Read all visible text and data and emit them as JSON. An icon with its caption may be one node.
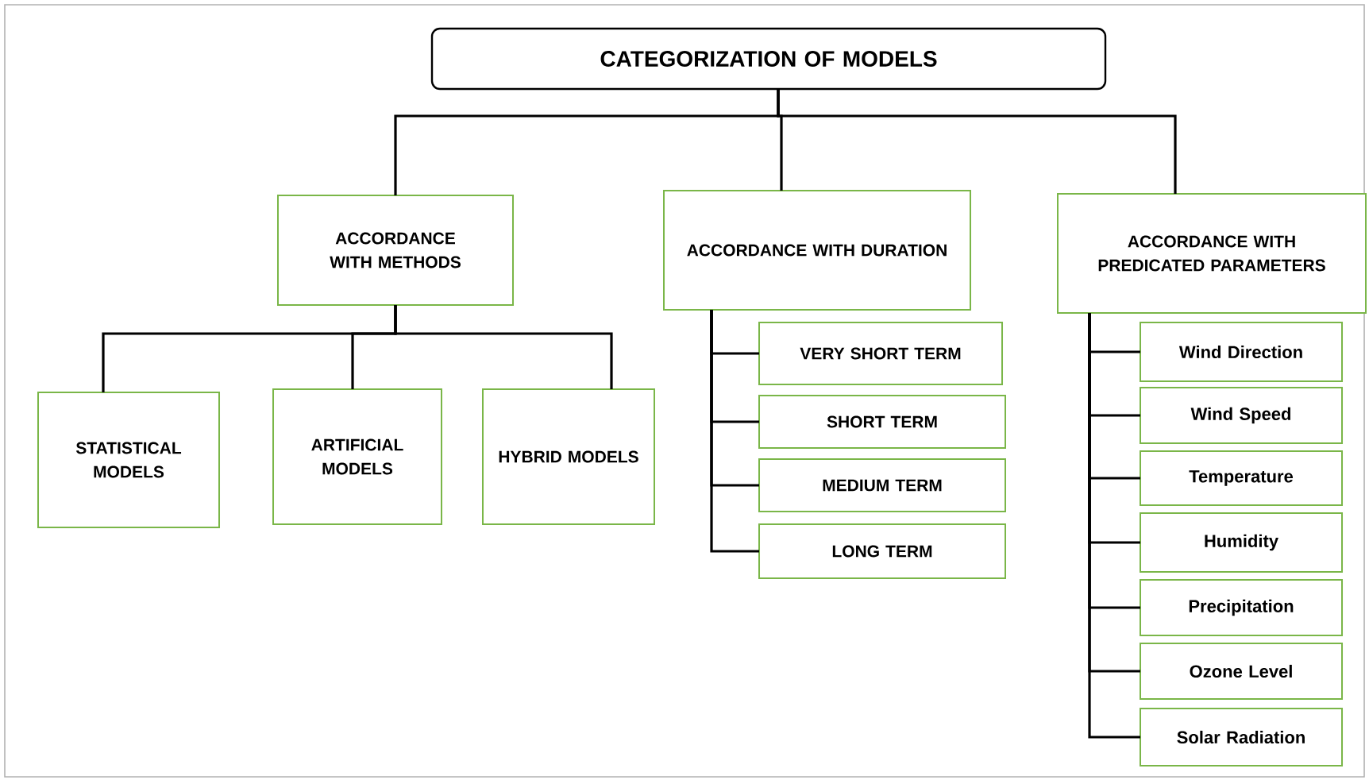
{
  "diagram": {
    "nodes": [
      {
        "text": [
          "CATEGORIZATION OF MODELS"
        ]
      },
      {
        "text": [
          "ACCORDANCE WITH METHODS"
        ]
      },
      {
        "text": [
          "ACCORDANCE WITH DURATION"
        ]
      },
      {
        "text": [
          "ACCORDANCE WITH PREDICATED PARAMETERS"
        ]
      },
      {
        "text": [
          "STATISTICAL MODELS"
        ]
      },
      {
        "text": [
          "ARTIFICIAL MODELS"
        ]
      },
      {
        "text": [
          "HYBRID MODELS"
        ]
      },
      {
        "text": [
          "VERY SHORT TERM"
        ]
      },
      {
        "text": [
          "SHORT TERM"
        ]
      },
      {
        "text": [
          "MEDIUM TERM"
        ]
      },
      {
        "text": [
          "LONG TERM"
        ]
      },
      {
        "text": [
          "Wind Direction"
        ]
      },
      {
        "text": [
          "Wind Speed"
        ]
      },
      {
        "text": [
          "Temperature"
        ]
      },
      {
        "text": [
          "Humidity"
        ]
      },
      {
        "text": [
          "Precipitation"
        ]
      },
      {
        "text": [
          "Ozone Level"
        ]
      },
      {
        "text": [
          "Solar Radiation"
        ]
      }
    ],
    "edges": [
      {
        "from": 0,
        "to": 1,
        "arrow": "none"
      },
      {
        "from": 0,
        "to": 2,
        "arrow": "none"
      },
      {
        "from": 0,
        "to": 3,
        "arrow": "none"
      },
      {
        "from": 1,
        "to": 4,
        "arrow": "none"
      },
      {
        "from": 1,
        "to": 5,
        "arrow": "none"
      },
      {
        "from": 1,
        "to": 6,
        "arrow": "none"
      },
      {
        "from": 2,
        "to": 7,
        "arrow": "none"
      },
      {
        "from": 2,
        "to": 8,
        "arrow": "none"
      },
      {
        "from": 2,
        "to": 9,
        "arrow": "none"
      },
      {
        "from": 2,
        "to": 10,
        "arrow": "none"
      },
      {
        "from": 3,
        "to": 11,
        "arrow": "none"
      },
      {
        "from": 3,
        "to": 12,
        "arrow": "none"
      },
      {
        "from": 3,
        "to": 13,
        "arrow": "none"
      },
      {
        "from": 3,
        "to": 14,
        "arrow": "none"
      },
      {
        "from": 3,
        "to": 15,
        "arrow": "none"
      },
      {
        "from": 3,
        "to": 16,
        "arrow": "none"
      },
      {
        "from": 3,
        "to": 17,
        "arrow": "none"
      }
    ]
  }
}
